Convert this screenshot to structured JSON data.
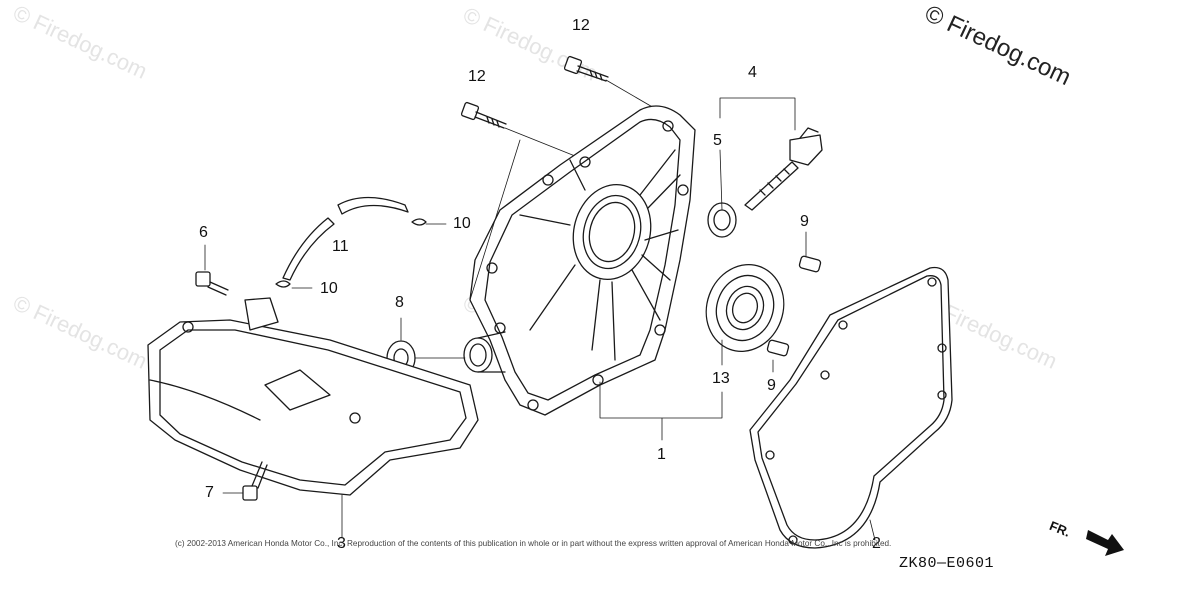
{
  "watermarks": {
    "text": "© Firedog.com",
    "main_text": "© Firedog.com"
  },
  "callouts": {
    "c1": "1",
    "c2": "2",
    "c3": "3",
    "c4": "4",
    "c5": "5",
    "c6": "6",
    "c7": "7",
    "c8": "8",
    "c9a": "9",
    "c9b": "9",
    "c10a": "10",
    "c10b": "10",
    "c11": "11",
    "c12a": "12",
    "c12b": "12",
    "c13": "13"
  },
  "footer": {
    "copyright": "(c) 2002-2013 American Honda Motor Co., Inc. Reproduction of the contents of this publication in whole or in part without the express written approval of American Honda Motor Co., Inc is prohibited.",
    "drawing_code": "ZK80—E0601",
    "direction_label": "FR."
  },
  "colors": {
    "line": "#1a1a1a",
    "watermark": "#e4e4e4"
  }
}
